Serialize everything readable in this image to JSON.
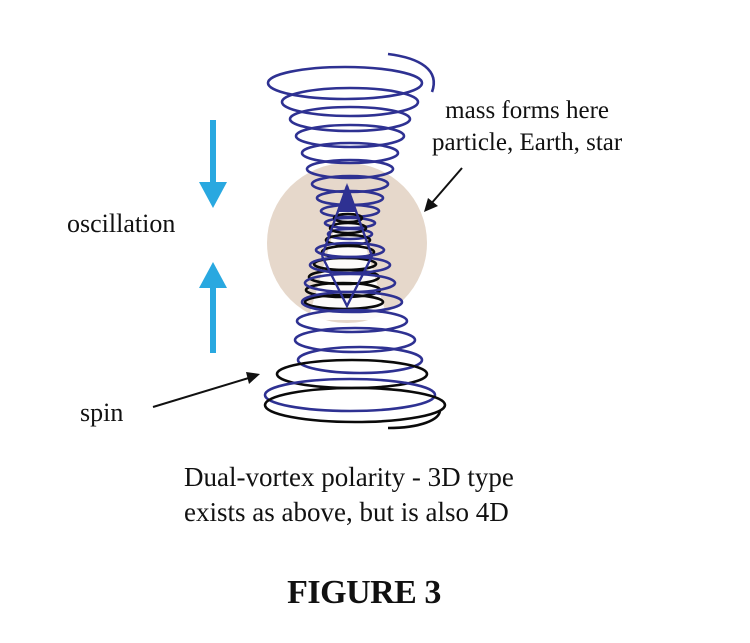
{
  "colors": {
    "vortex_blue": "#2e3192",
    "vortex_black": "#0a0a0a",
    "mass_sphere": "#e6d8cb",
    "arrow_cyan": "#29a8e0",
    "text": "#111111"
  },
  "labels": {
    "mass_line1": "mass forms here",
    "mass_line2": "particle, Earth, star",
    "oscillation": "oscillation",
    "spin": "spin"
  },
  "caption": {
    "line1": "Dual-vortex polarity - 3D type",
    "line2": "exists as above, but is also 4D"
  },
  "figure_title": "FIGURE 3",
  "icons": {
    "oscillation_down": "arrow-down-icon",
    "oscillation_up": "arrow-up-icon"
  }
}
